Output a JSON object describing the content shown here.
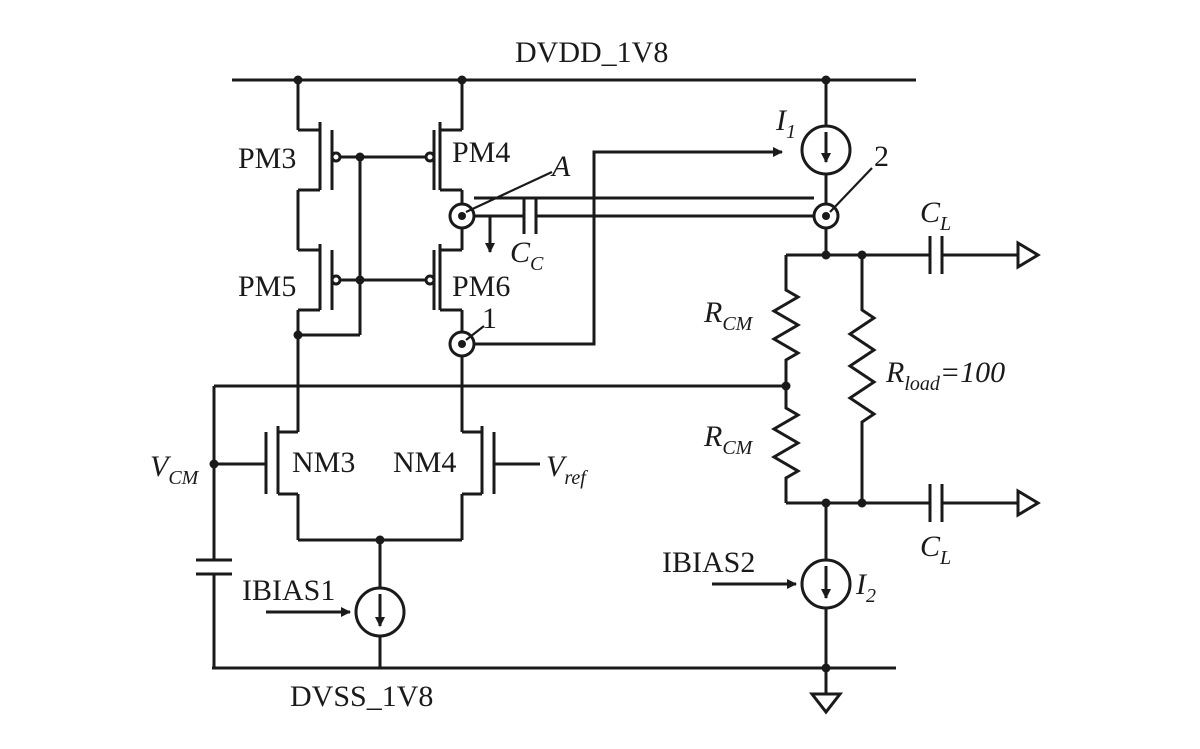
{
  "rails": {
    "supply": "DVDD_1V8",
    "ground": "DVSS_1V8"
  },
  "transistors": {
    "pm3": "PM3",
    "pm4": "PM4",
    "pm5": "PM5",
    "pm6": "PM6",
    "nm3": "NM3",
    "nm4": "NM4"
  },
  "sources": {
    "ibias1": "IBIAS1",
    "ibias2": "IBIAS2",
    "i1_main": "I",
    "i1_sub": "1",
    "i2_main": "I",
    "i2_sub": "2"
  },
  "nodes": {
    "node_a": "A",
    "node_1": "1",
    "node_2": "2"
  },
  "comp_cap": {
    "main": "C",
    "sub": "C"
  },
  "load_cap": {
    "main": "C",
    "sub": "L"
  },
  "inputs": {
    "vcm_main": "V",
    "vcm_sub": "CM",
    "vref_main": "V",
    "vref_sub": "ref"
  },
  "resistors": {
    "rcm_main": "R",
    "rcm_sub": "CM",
    "rload_main": "R",
    "rload_sub": "load",
    "rload_value": "=100"
  }
}
